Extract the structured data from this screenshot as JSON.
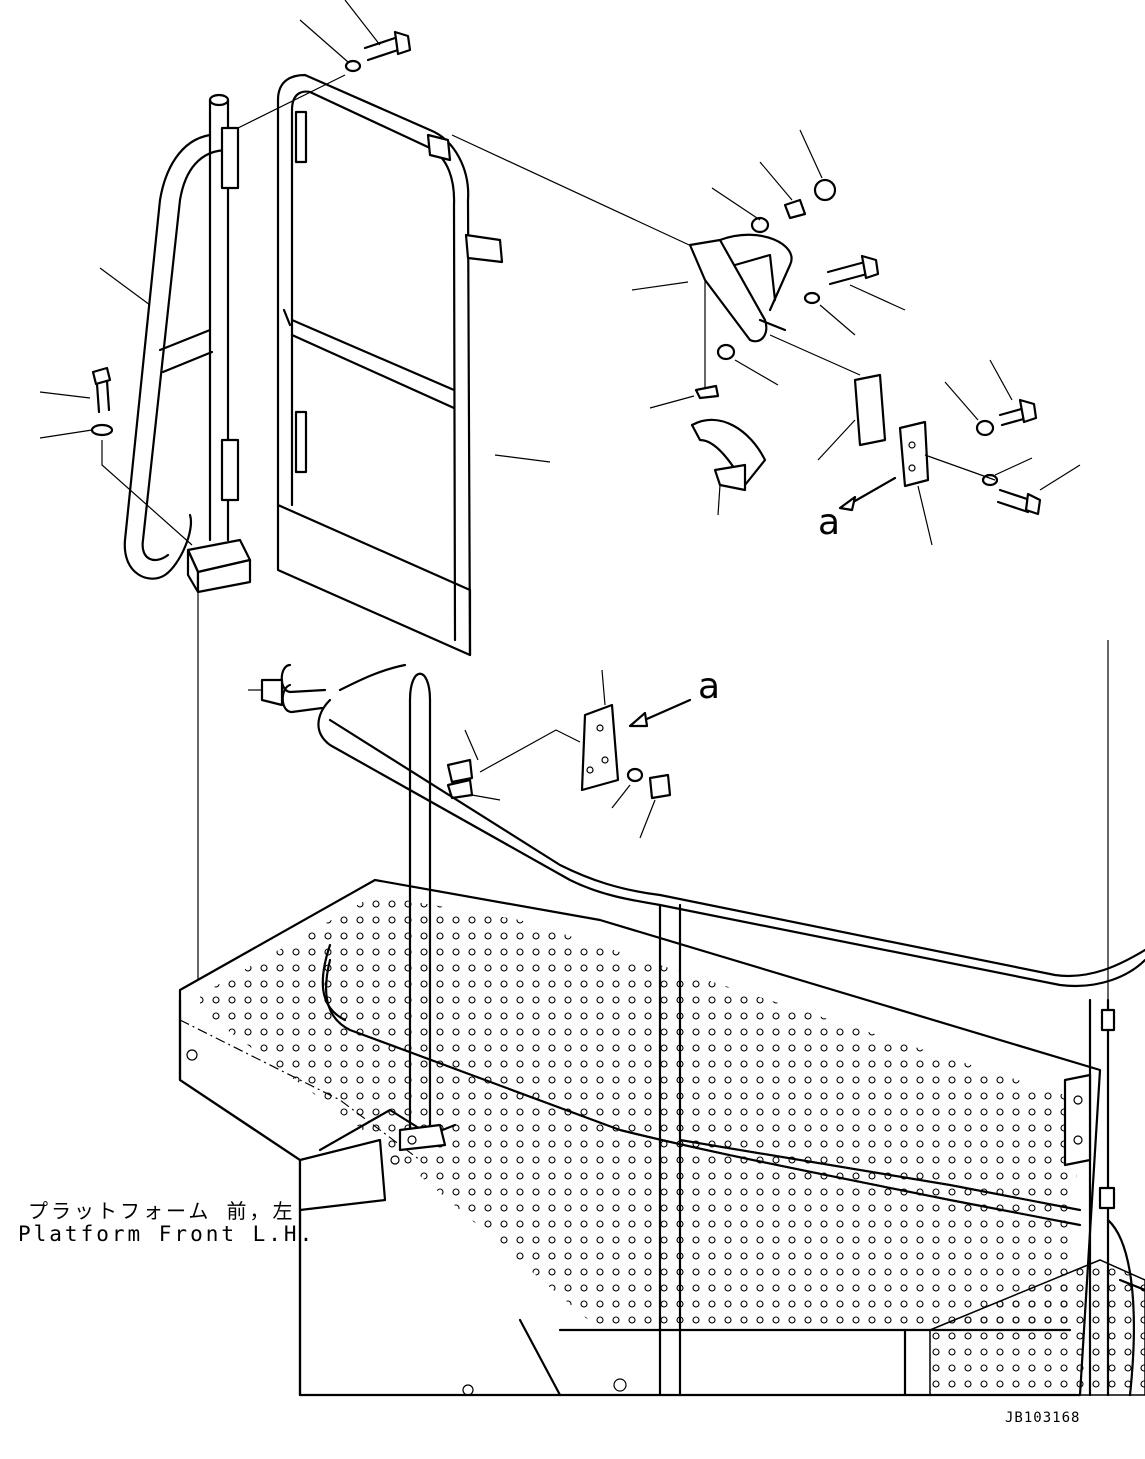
{
  "caption": {
    "japanese": "プラットフォーム 前，左",
    "english": "Platform Front L.H."
  },
  "view_marker": {
    "upper": "a",
    "lower": "a"
  },
  "drawing_number": "JB103168"
}
